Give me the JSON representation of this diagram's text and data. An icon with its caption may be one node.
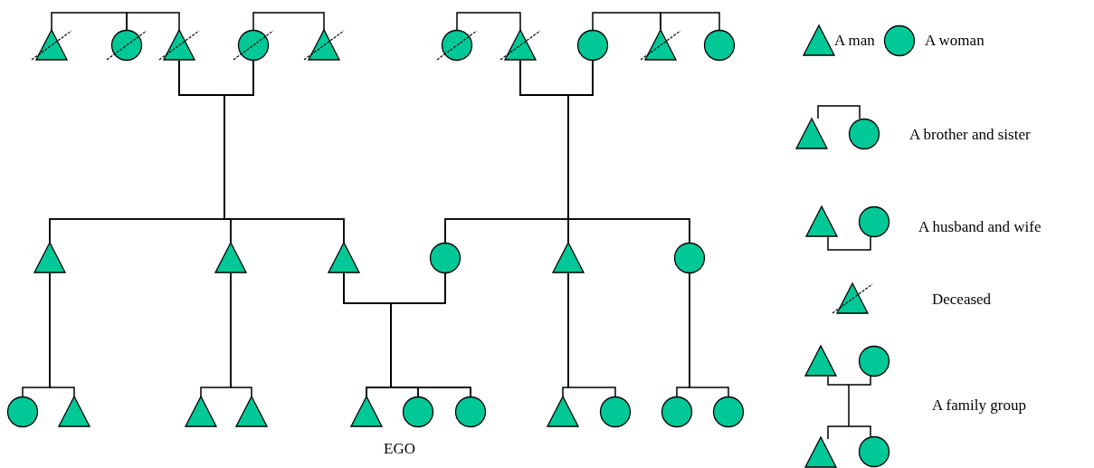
{
  "diagram": {
    "nodes": [
      {
        "text": [],
        "shape": "crossed-triangle"
      },
      {
        "text": [],
        "shape": "crossed-circle"
      },
      {
        "text": [],
        "shape": "crossed-triangle"
      },
      {
        "text": [],
        "shape": "crossed-circle"
      },
      {
        "text": [],
        "shape": "crossed-triangle"
      },
      {
        "text": [],
        "shape": "crossed-circle"
      },
      {
        "text": [],
        "shape": "crossed-triangle"
      },
      {
        "text": [],
        "shape": "circle"
      },
      {
        "text": [],
        "shape": "crossed-triangle"
      },
      {
        "text": [],
        "shape": "circle"
      },
      {
        "text": [],
        "shape": "triangle"
      },
      {
        "text": [],
        "shape": "triangle"
      },
      {
        "text": [],
        "shape": "triangle"
      },
      {
        "text": [],
        "shape": "circle"
      },
      {
        "text": [],
        "shape": "triangle"
      },
      {
        "text": [],
        "shape": "circle"
      },
      {
        "text": [],
        "shape": "circle"
      },
      {
        "text": [],
        "shape": "triangle"
      },
      {
        "text": [],
        "shape": "triangle"
      },
      {
        "text": [],
        "shape": "triangle"
      },
      {
        "text": [],
        "shape": "triangle"
      },
      {
        "text": [],
        "shape": "circle"
      },
      {
        "text": [],
        "shape": "circle"
      },
      {
        "text": [],
        "shape": "triangle"
      },
      {
        "text": [],
        "shape": "circle"
      },
      {
        "text": [],
        "shape": "circle"
      },
      {
        "text": [],
        "shape": "circle"
      }
    ],
    "edges": [
      {
        "from": 0,
        "to": 1,
        "arrow": "none"
      },
      {
        "from": 1,
        "to": 2,
        "arrow": "none"
      },
      {
        "from": 3,
        "to": 4,
        "arrow": "none"
      },
      {
        "from": 5,
        "to": 6,
        "arrow": "none"
      },
      {
        "from": 7,
        "to": 8,
        "arrow": "none"
      },
      {
        "from": 8,
        "to": 9,
        "arrow": "none"
      },
      {
        "from": 2,
        "to": 3,
        "arrow": "none"
      },
      {
        "from": 6,
        "to": 7,
        "arrow": "none"
      },
      {
        "from": 12,
        "to": 13,
        "arrow": "none"
      },
      {
        "from": 2,
        "to": 10,
        "arrow": "none"
      },
      {
        "from": 2,
        "to": 11,
        "arrow": "none"
      },
      {
        "from": 2,
        "to": 12,
        "arrow": "none"
      },
      {
        "from": 3,
        "to": 10,
        "arrow": "none"
      },
      {
        "from": 3,
        "to": 11,
        "arrow": "none"
      },
      {
        "from": 3,
        "to": 12,
        "arrow": "none"
      },
      {
        "from": 6,
        "to": 13,
        "arrow": "none"
      },
      {
        "from": 6,
        "to": 14,
        "arrow": "none"
      },
      {
        "from": 6,
        "to": 15,
        "arrow": "none"
      },
      {
        "from": 7,
        "to": 13,
        "arrow": "none"
      },
      {
        "from": 7,
        "to": 14,
        "arrow": "none"
      },
      {
        "from": 7,
        "to": 15,
        "arrow": "none"
      },
      {
        "from": 12,
        "to": 20,
        "arrow": "none"
      },
      {
        "from": 12,
        "to": 21,
        "arrow": "none"
      },
      {
        "from": 12,
        "to": 22,
        "arrow": "none"
      },
      {
        "from": 13,
        "to": 20,
        "arrow": "none"
      },
      {
        "from": 13,
        "to": 21,
        "arrow": "none"
      },
      {
        "from": 13,
        "to": 22,
        "arrow": "none"
      },
      {
        "from": 10,
        "to": 16,
        "arrow": "none"
      },
      {
        "from": 10,
        "to": 17,
        "arrow": "none"
      },
      {
        "from": 11,
        "to": 18,
        "arrow": "none"
      },
      {
        "from": 11,
        "to": 19,
        "arrow": "none"
      },
      {
        "from": 14,
        "to": 23,
        "arrow": "none"
      },
      {
        "from": 14,
        "to": 24,
        "arrow": "none"
      },
      {
        "from": 15,
        "to": 25,
        "arrow": "none"
      },
      {
        "from": 15,
        "to": 26,
        "arrow": "none"
      }
    ],
    "labels": [
      "EGO"
    ],
    "legend": [
      {
        "text": "A man"
      },
      {
        "text": "A woman"
      },
      {
        "text": "A brother and sister"
      },
      {
        "text": "A husband and wife"
      },
      {
        "text": "Deceased"
      },
      {
        "text": "A family group"
      }
    ]
  }
}
